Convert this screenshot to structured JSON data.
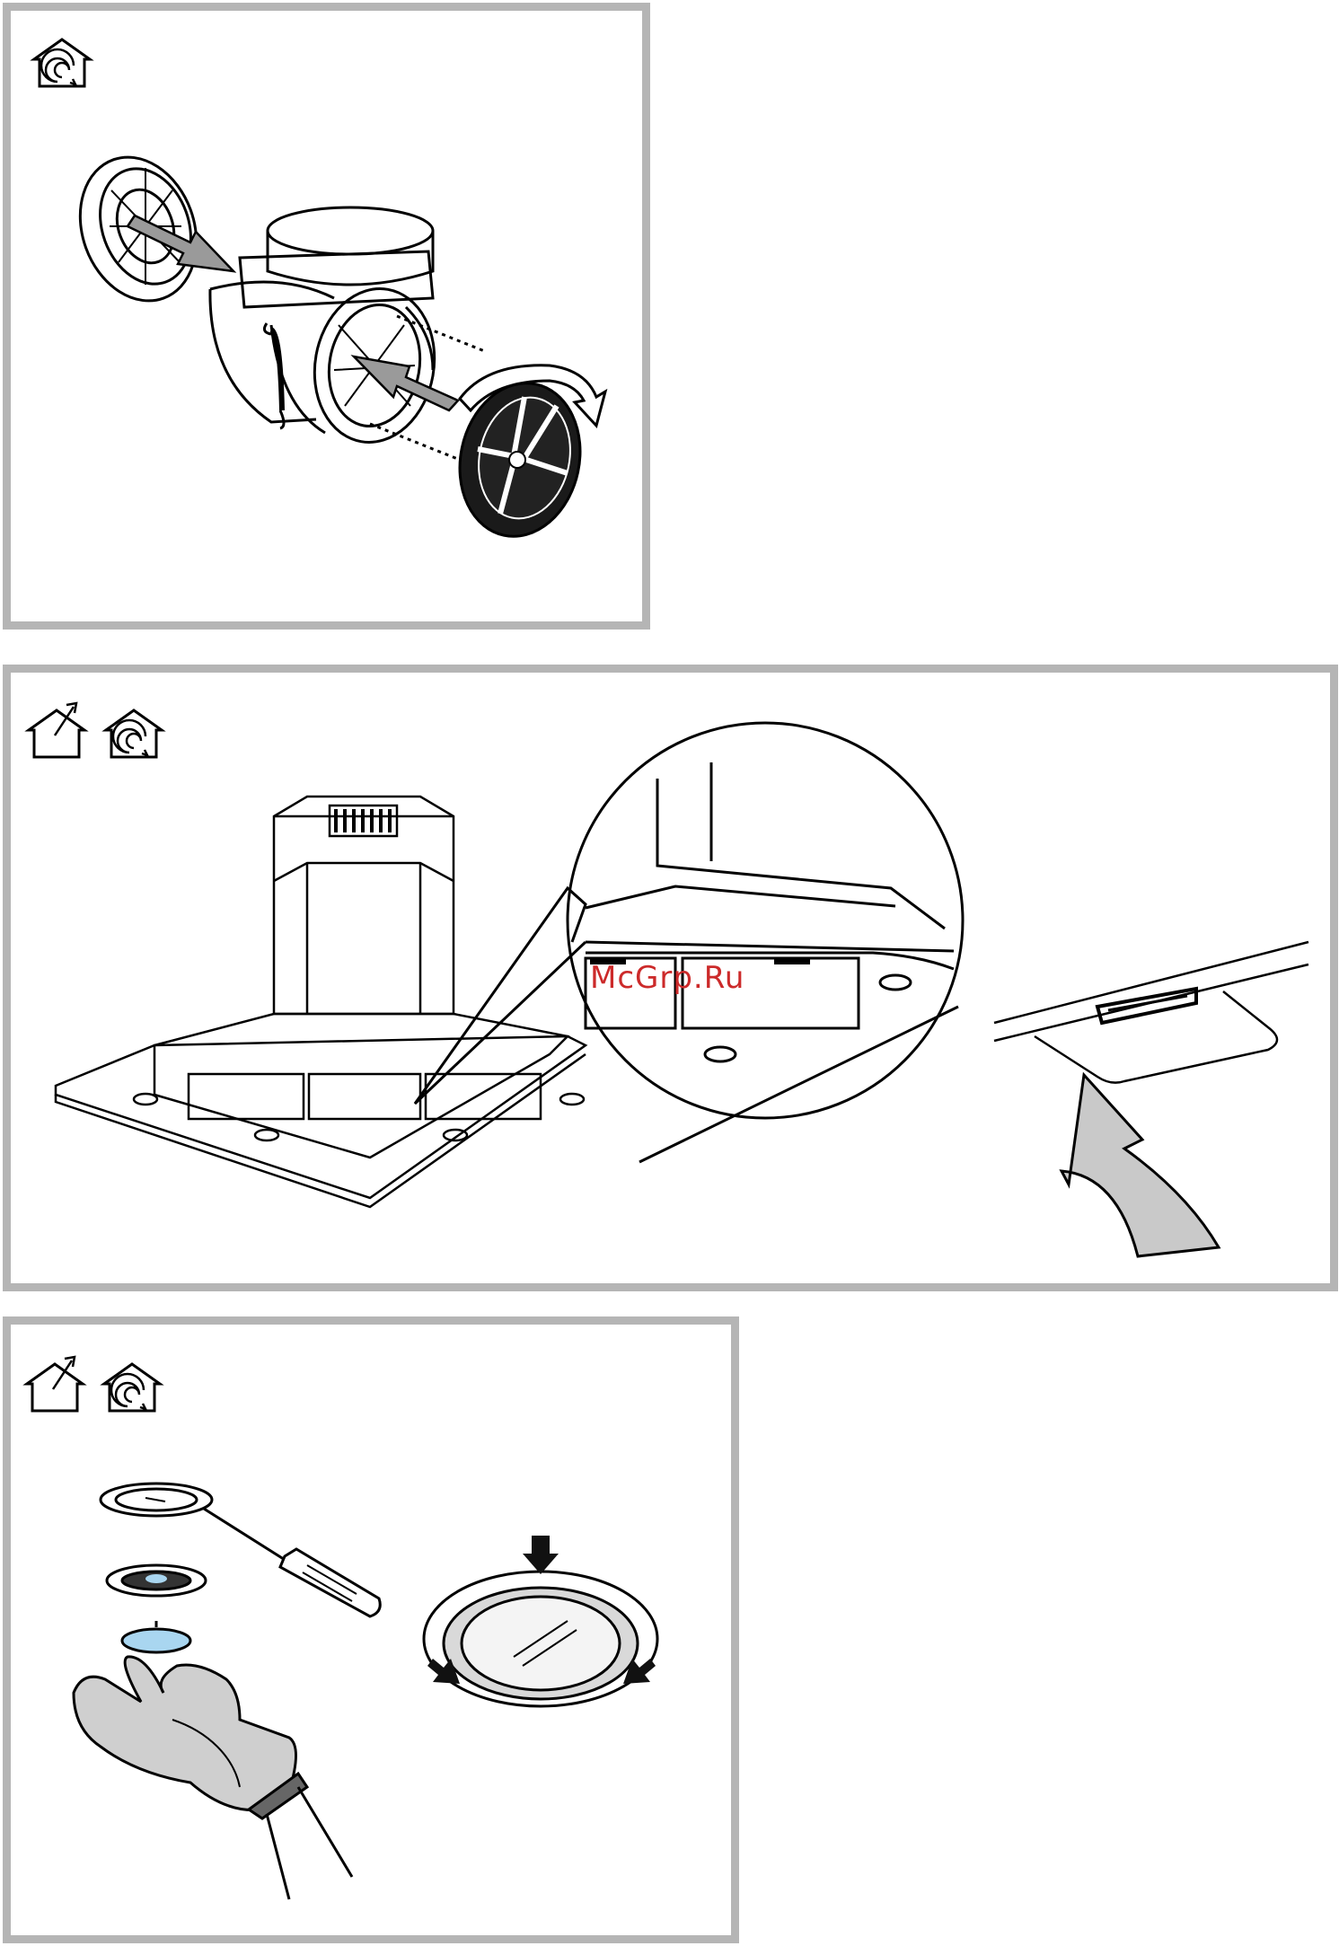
{
  "document": {
    "type": "installation-instruction-illustrations",
    "panels": [
      {
        "id": "panel-1",
        "mode_icons": [
          "recirculation-mode-icon"
        ]
      },
      {
        "id": "panel-2",
        "mode_icons": [
          "extraction-mode-icon",
          "recirculation-mode-icon"
        ]
      },
      {
        "id": "panel-3",
        "mode_icons": [
          "extraction-mode-icon",
          "recirculation-mode-icon"
        ]
      }
    ]
  },
  "watermark": {
    "text": "McGrp.Ru",
    "color": "#cc2a2a"
  },
  "colors": {
    "panel_border": "#b5b5b5",
    "arrow_fill": "#9a9a9a",
    "lamp_blue": "#a9d6f0",
    "glove_grey": "#cfcfcf"
  }
}
